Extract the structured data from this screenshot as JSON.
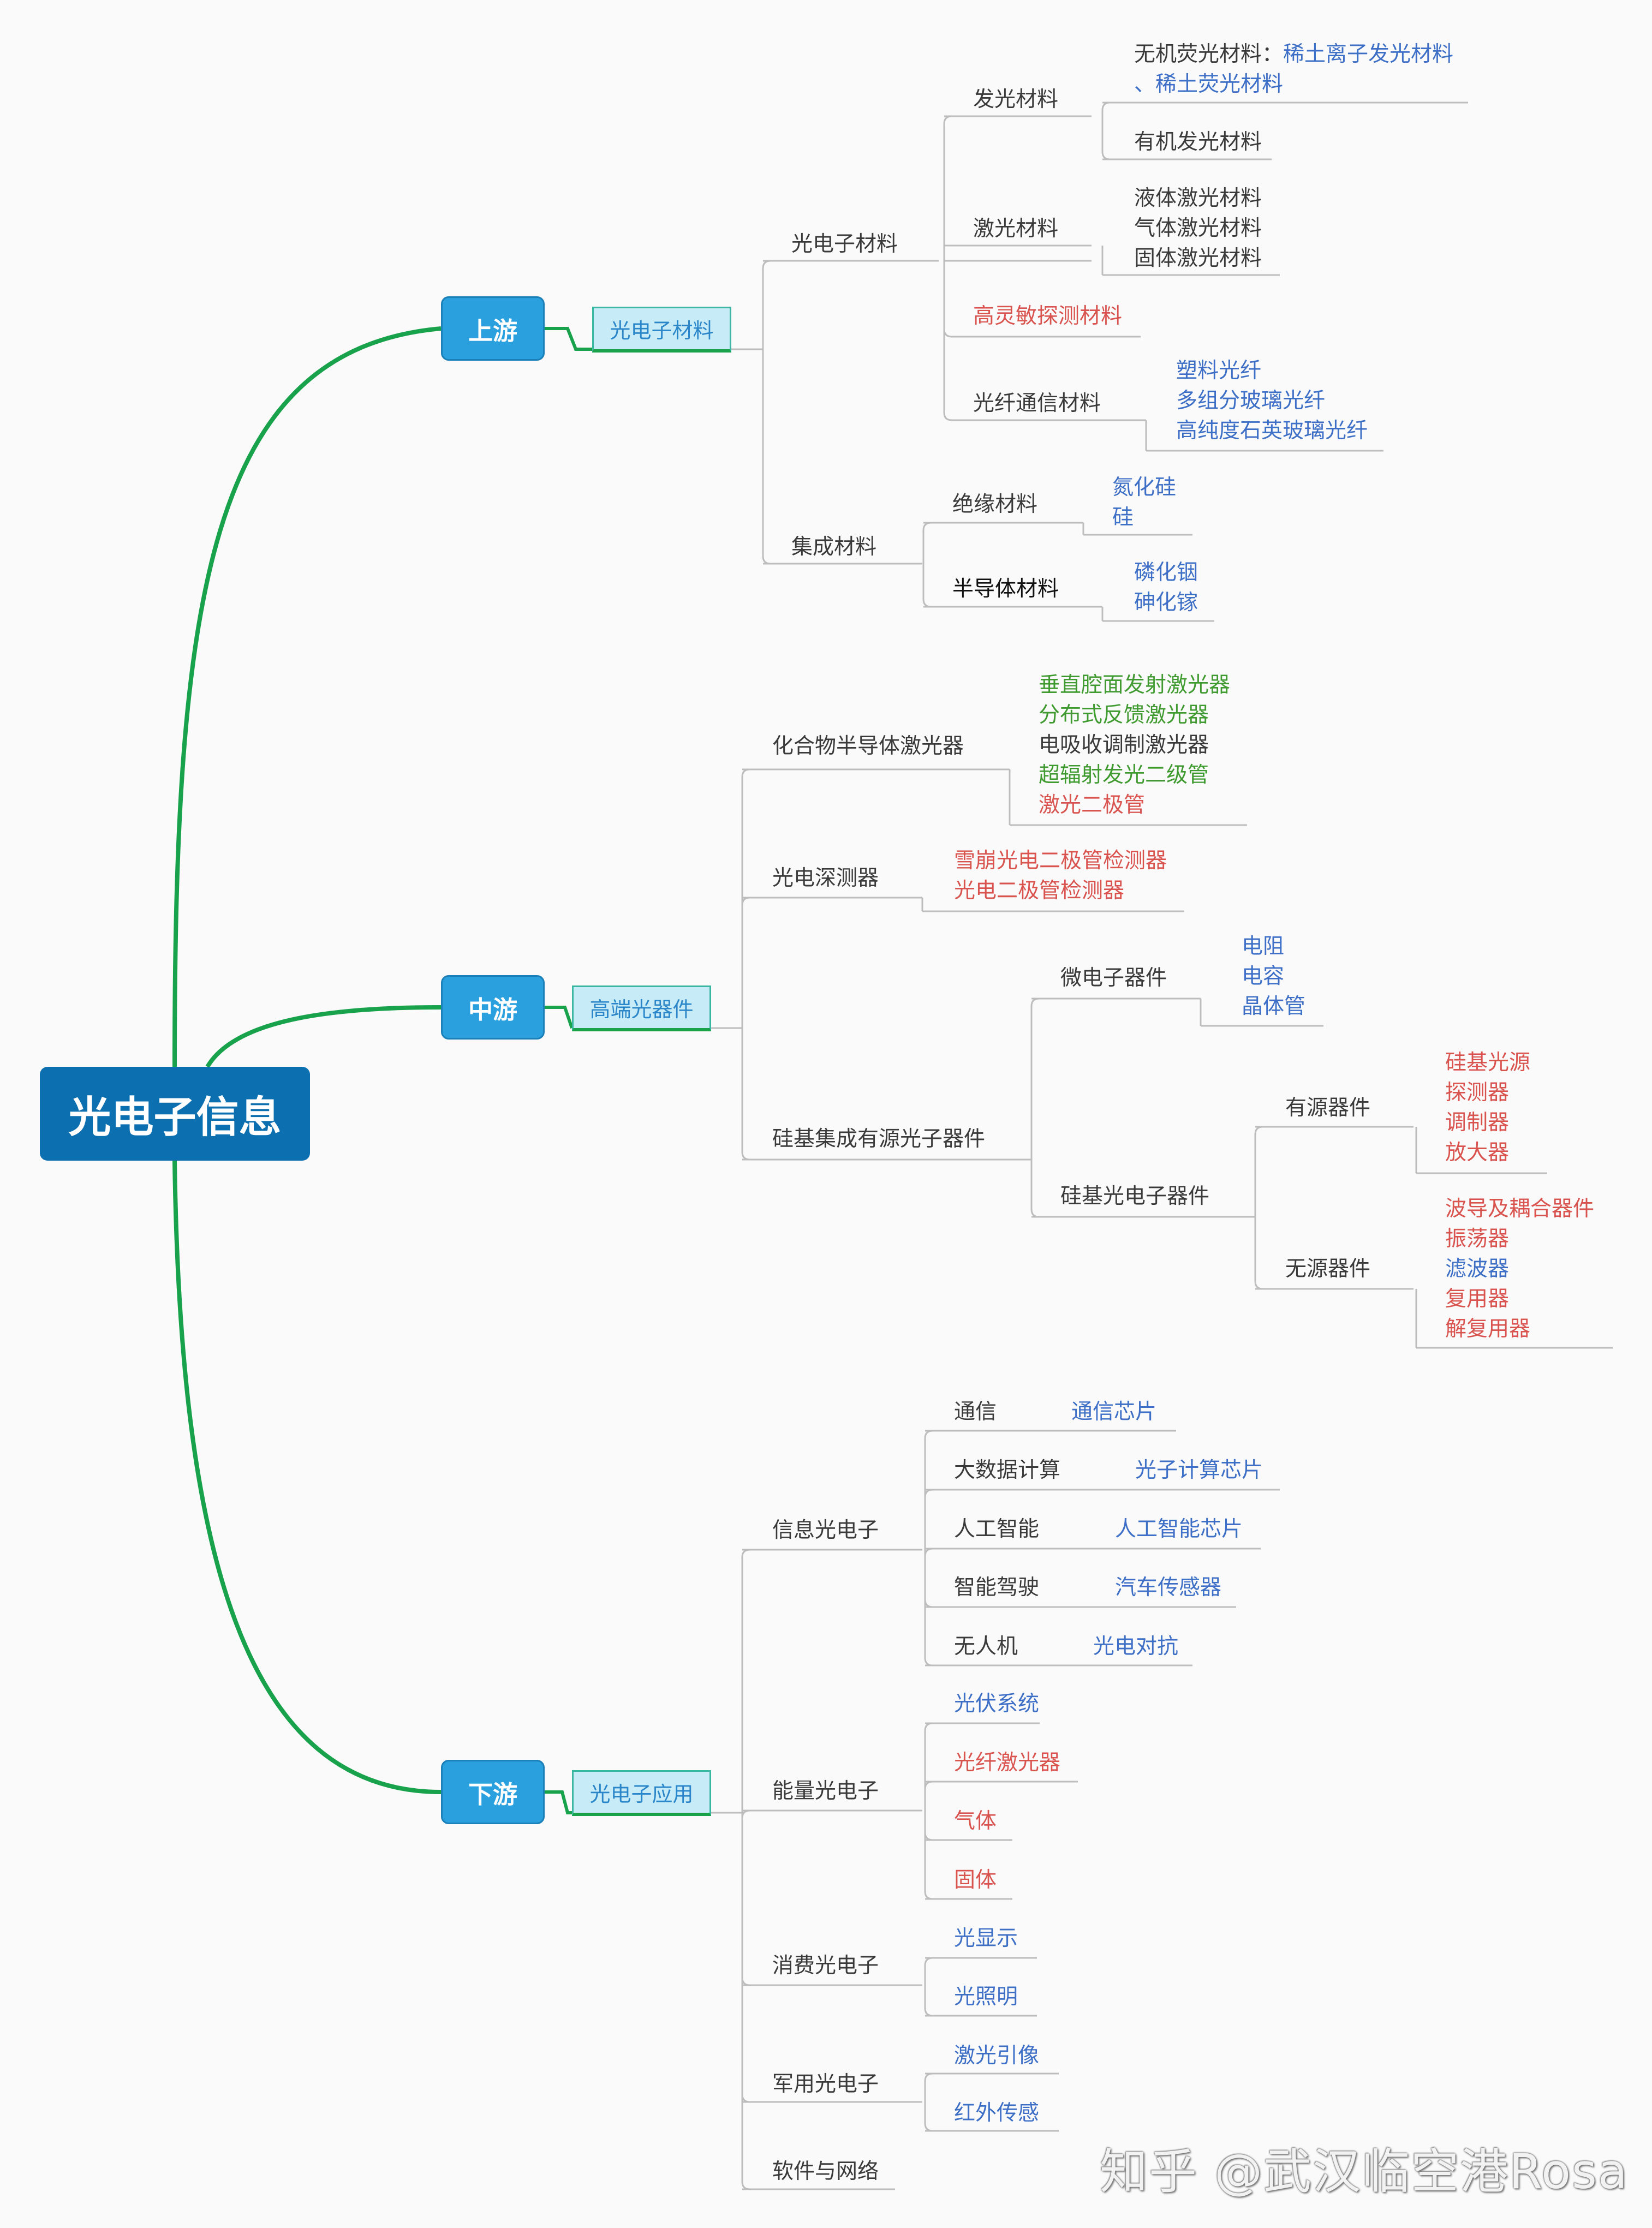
{
  "colors": {
    "dark": "#3a3a3a",
    "blue": "#3d6fc6",
    "red": "#d9534f",
    "green": "#3f9a2f",
    "line": "#bdbdbd",
    "branch": "#18a24b"
  },
  "root": {
    "label": "光电子信息"
  },
  "stages": [
    {
      "label": "上游",
      "category": "光电子材料"
    },
    {
      "label": "中游",
      "category": "高端光器件"
    },
    {
      "label": "下游",
      "category": "光电子应用"
    }
  ],
  "upstream": {
    "l1": [
      "光电子材料",
      "集成材料"
    ],
    "luminescent": {
      "label": "发光材料",
      "inorganic_prefix": "无机荧光材料：",
      "inorganic_items_line1": "稀土离子发光材料",
      "inorganic_items_line2": "、稀土荧光材料",
      "organic": "有机发光材料"
    },
    "laser": {
      "label": "激光材料",
      "items": [
        "液体激光材料",
        "气体激光材料",
        "固体激光材料"
      ]
    },
    "detector": "高灵敏探测材料",
    "fiber": {
      "label": "光纤通信材料",
      "items": [
        "塑料光纤",
        "多组分玻璃光纤",
        "高纯度石英玻璃光纤"
      ]
    },
    "insulating": {
      "label": "绝缘材料",
      "items": [
        "氮化硅",
        "硅"
      ]
    },
    "semiconductor": {
      "label": "半导体材料",
      "items": [
        "磷化铟",
        "砷化镓"
      ]
    }
  },
  "midstream": {
    "compound": {
      "label": "化合物半导体激光器",
      "items": [
        "垂直腔面发射激光器",
        "分布式反馈激光器",
        "电吸收调制激光器",
        "超辐射发光二级管",
        "激光二极管"
      ]
    },
    "photodetector": {
      "label": "光电深测器",
      "items": [
        "雪崩光电二极管检测器",
        "光电二极管检测器"
      ]
    },
    "silicon": {
      "label": "硅基集成有源光子器件",
      "micro": {
        "label": "微电子器件",
        "items": [
          "电阻",
          "电容",
          "晶体管"
        ]
      },
      "opto": {
        "label": "硅基光电子器件",
        "active": {
          "label": "有源器件",
          "items": [
            "硅基光源",
            "探测器",
            "调制器",
            "放大器"
          ]
        },
        "passive": {
          "label": "无源器件",
          "items": [
            "波导及耦合器件",
            "振荡器",
            "滤波器",
            "复用器",
            "解复用器"
          ]
        }
      }
    }
  },
  "downstream": {
    "info": {
      "label": "信息光电子",
      "pairs": [
        {
          "k": "通信",
          "v": "通信芯片"
        },
        {
          "k": "大数据计算",
          "v": "光子计算芯片"
        },
        {
          "k": "人工智能",
          "v": "人工智能芯片"
        },
        {
          "k": "智能驾驶",
          "v": "汽车传感器"
        },
        {
          "k": "无人机",
          "v": "光电对抗"
        }
      ]
    },
    "energy": {
      "label": "能量光电子",
      "items": [
        "光伏系统",
        "光纤激光器",
        "气体",
        "固体"
      ]
    },
    "consumer": {
      "label": "消费光电子",
      "items": [
        "光显示",
        "光照明"
      ]
    },
    "military": {
      "label": "军用光电子",
      "items": [
        "激光引像",
        "红外传感"
      ]
    },
    "software": {
      "label": "软件与网络"
    }
  },
  "watermark": "知乎 @武汉临空港Rosa"
}
